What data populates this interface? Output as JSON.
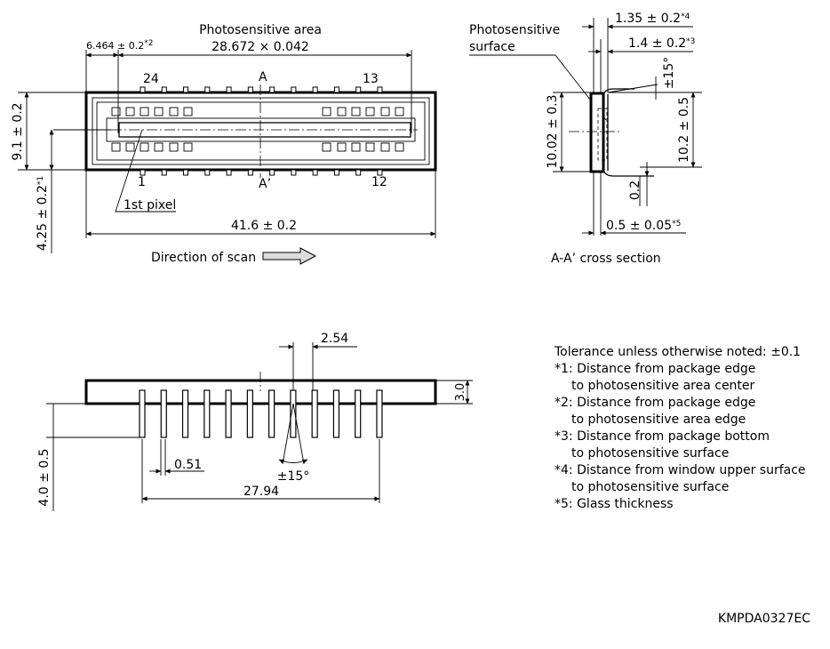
{
  "top_view": {
    "photosensitive_area_title": "Photosensitive area",
    "photosensitive_area_dim": "28.672 × 0.042",
    "offset_dim": "6.464 ± 0.2",
    "offset_dim_note": "*2",
    "pin_24": "24",
    "pin_13": "13",
    "pin_1": "1",
    "pin_12": "12",
    "section_a": "A",
    "section_a_prime": "A’",
    "height_dim": "9.1 ± 0.2",
    "center_dim": "4.25 ± 0.2",
    "center_dim_note": "*1",
    "first_pixel": "1st pixel",
    "width_dim": "41.6 ± 0.2",
    "scan_label": "Direction of scan"
  },
  "cross_section": {
    "surface_label_1": "Photosensitive",
    "surface_label_2": "surface",
    "dim_window": "1.35 ± 0.2",
    "dim_window_note": "*4",
    "dim_bottom": "1.4 ± 0.2",
    "dim_bottom_note": "*3",
    "angle": "±15°",
    "left_height": "10.02 ± 0.3",
    "right_height": "10.2 ± 0.5",
    "lead_dim": "0.2",
    "glass_dim": "0.5 ± 0.05",
    "glass_dim_note": "*5",
    "caption": "A-A’ cross section"
  },
  "side_view": {
    "pitch": "2.54",
    "thickness": "3.0",
    "lead_length": "4.0 ± 0.5",
    "lead_width": "0.51",
    "angle": "±15°",
    "span": "27.94"
  },
  "notes": {
    "lines": [
      "Tolerance unless otherwise noted: ±0.1",
      "*1: Distance from package edge",
      "to photosensitive area center",
      "*2: Distance from package edge",
      "to photosensitive area edge",
      "*3: Distance from package bottom",
      "to photosensitive surface",
      "*4: Distance from window upper surface",
      "to photosensitive surface",
      "*5: Glass thickness"
    ]
  },
  "drawing_id": "KMPDA0327EC"
}
